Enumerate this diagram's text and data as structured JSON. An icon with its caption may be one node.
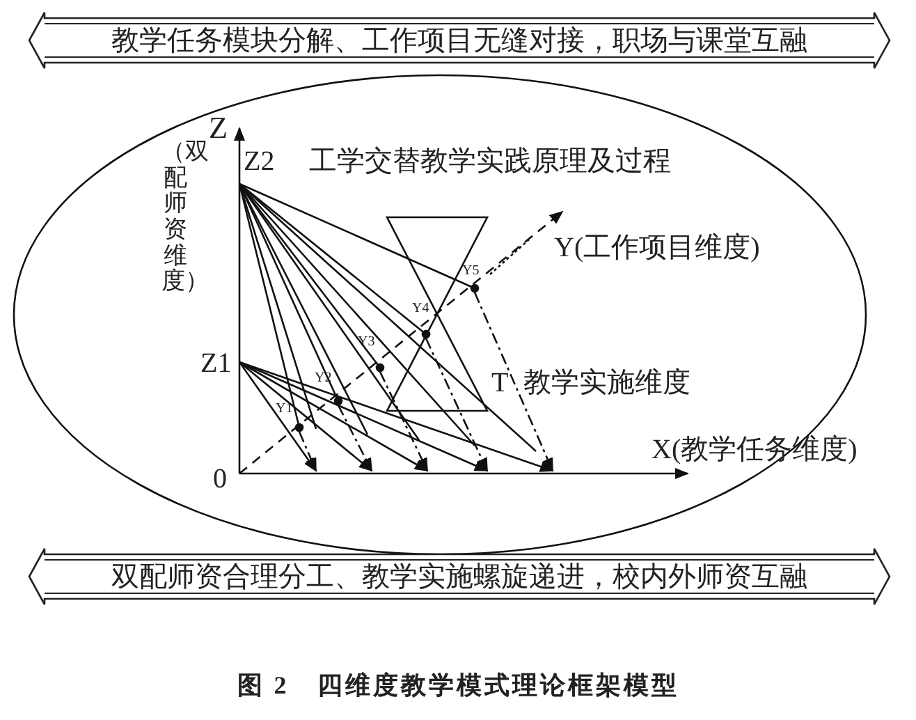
{
  "diagram": {
    "caption": "图 2　四维度教学模式理论框架模型",
    "nodes": [
      {
        "text": [
          "教学任务模块分解、工作项目无缝对接，职场与课堂互融"
        ]
      },
      {
        "text": [
          "双配师资合理分工、教学实施螺旋递进，校内外师资互融"
        ]
      }
    ],
    "edges": [],
    "labels": [
      "Z",
      "（双配师资维度）",
      "Z2",
      "工学交替教学实践原理及过程",
      "Y(工作项目维度)",
      "Y5",
      "Y4",
      "Y3",
      "Y2",
      "Y1",
      "Z1",
      "T",
      "教学实施维度",
      "X(教学任务维度)",
      "0"
    ]
  }
}
